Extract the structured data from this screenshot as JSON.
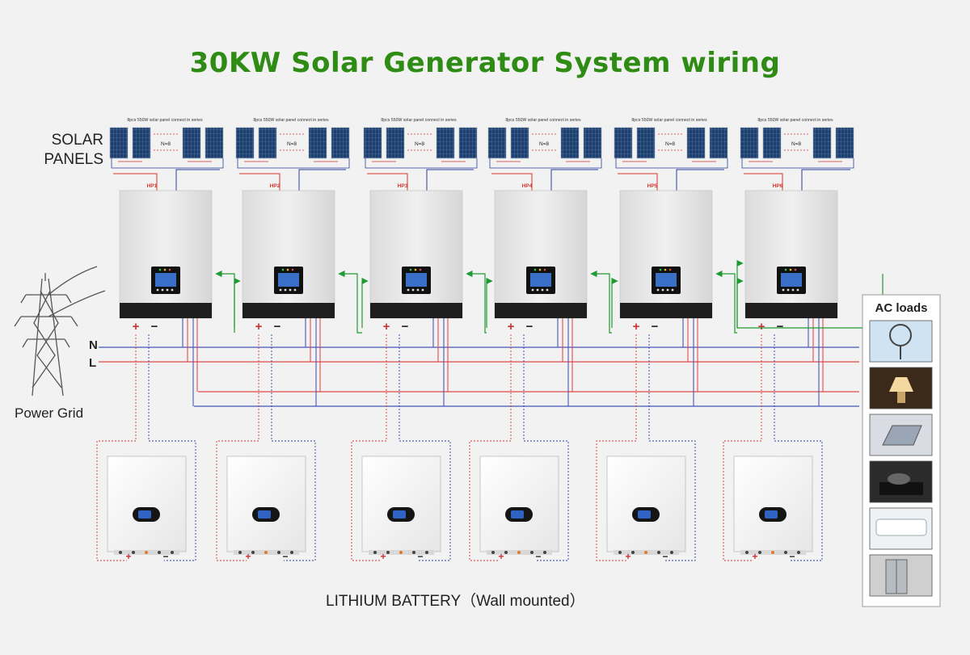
{
  "title": "30KW Solar Generator System wiring",
  "solar": {
    "label_line1": "SOLAR",
    "label_line2": "PANELS",
    "string_caption": "8pcs 550W solar panel connect in series",
    "series_count": "N=8"
  },
  "inverters": [
    "HP1",
    "HP2",
    "HP3",
    "HP4",
    "HP5",
    "HP6"
  ],
  "polarity": {
    "plus": "+",
    "minus": "−"
  },
  "grid": {
    "label": "Power Grid",
    "neutral": "N",
    "live": "L"
  },
  "battery": {
    "label": "LITHIUM BATTERY（Wall mounted）"
  },
  "ac_loads": {
    "title": "AC loads",
    "items": [
      "fan",
      "lamp",
      "laptop",
      "induction-cooker",
      "air-conditioner",
      "refrigerator"
    ]
  },
  "colors": {
    "title_green": "#2e8b14",
    "pv_red": "#d9342b",
    "pv_blue": "#2b3f9e",
    "live_red": "#e04a4a",
    "neutral_blue": "#4656b8",
    "ac_green": "#1f9a33",
    "inverter_band": "#1e1e1e"
  }
}
